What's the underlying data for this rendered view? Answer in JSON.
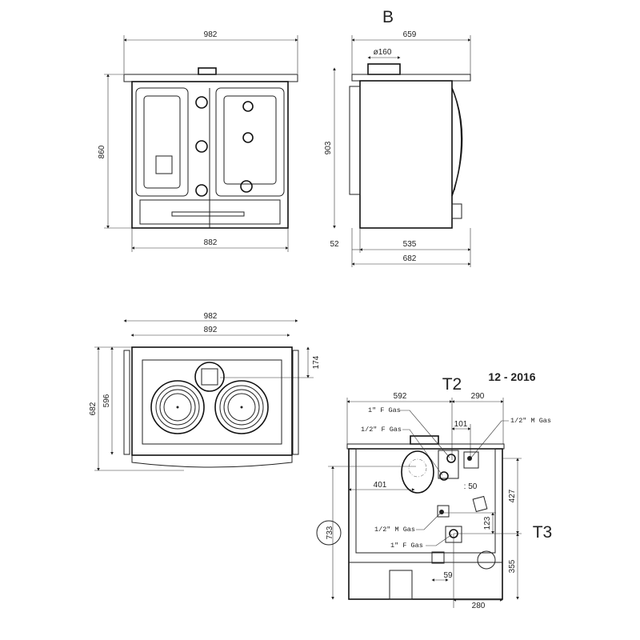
{
  "front_view": {
    "width_top": "982",
    "height": "860",
    "width_base": "882"
  },
  "side_view": {
    "label": "B",
    "depth_top": "659",
    "flue_diameter": "ø160",
    "height": "903",
    "offset": "52",
    "depth_body": "535",
    "depth_total": "682"
  },
  "top_view": {
    "width_total": "982",
    "width_inner": "892",
    "flue_offset": "174",
    "depth_inner": "596",
    "depth_total": "682"
  },
  "rear_view": {
    "date": "12 - 2016",
    "t2_label": "T2",
    "t3_label": "T3",
    "dim_592": "592",
    "dim_290": "290",
    "dim_101": "101",
    "dim_401": "401",
    "dim_50": ": 50",
    "dim_427": "427",
    "dim_123": "123",
    "dim_355": "355",
    "dim_59": "59",
    "dim_280": "280",
    "dim_733": "733",
    "conn_1f_top": "1\" F Gas",
    "conn_half_f": "1/2\" F Gas",
    "conn_half_m_top": "1/2\" M Gas",
    "conn_half_m_mid": "1/2\" M Gas",
    "conn_1f_bottom": "1\" F Gas"
  }
}
